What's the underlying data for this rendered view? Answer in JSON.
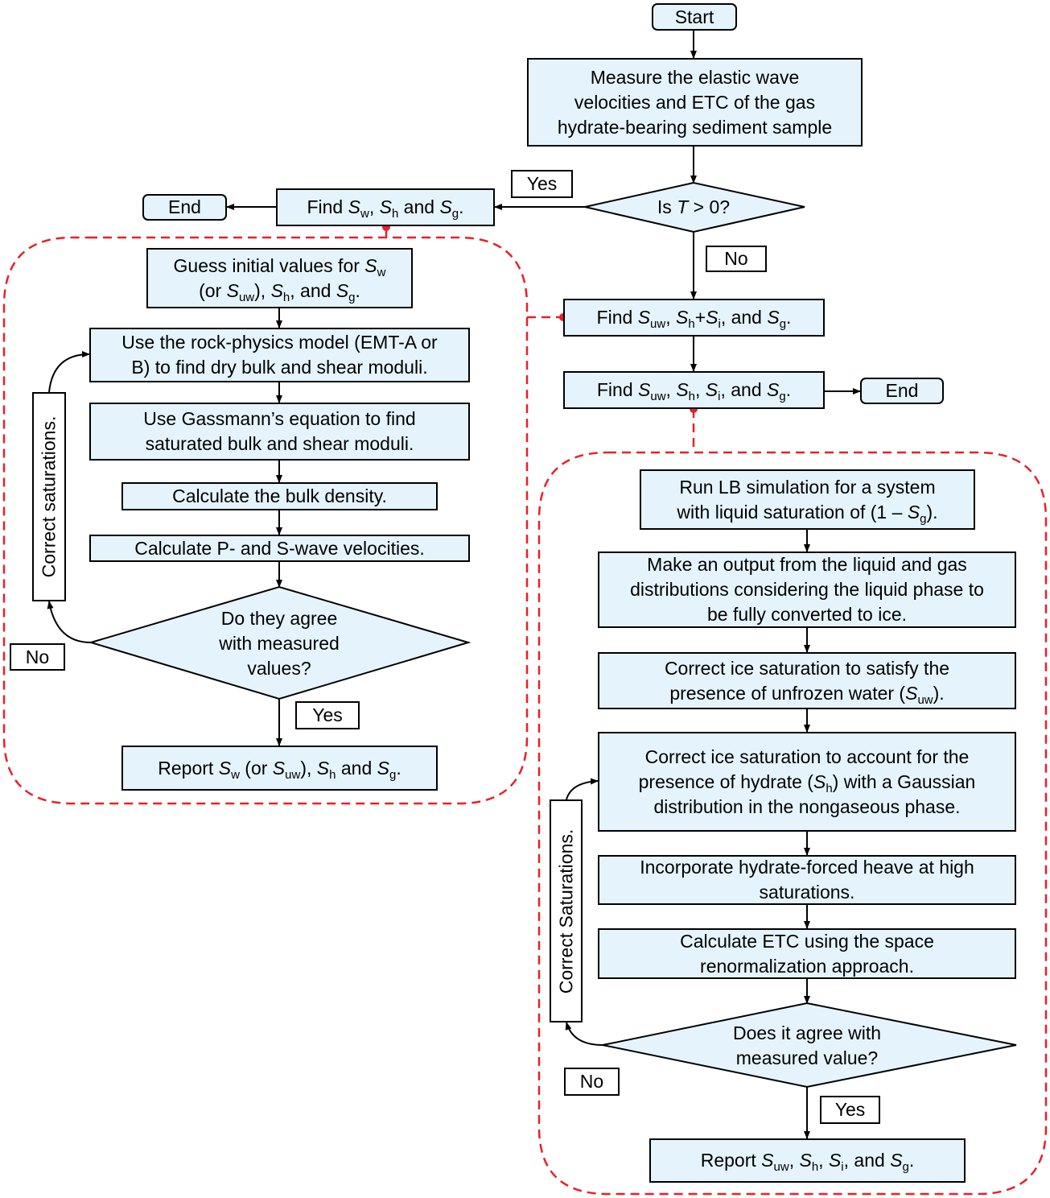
{
  "start": "Start",
  "measure": [
    "Measure the elastic wave",
    "velocities and ETC of the gas",
    "hydrate-bearing sediment sample"
  ],
  "decision_T": {
    "text": "Is ",
    "var": "T",
    "rest": " > 0?"
  },
  "yes": "Yes",
  "no": "No",
  "end": "End",
  "S": "S",
  "find_left": {
    "prefix": "Find ",
    "sub_w": "w",
    "sub_h": "h",
    "sub_g": "g",
    "sep": ", ",
    "and": " and ",
    "end": "."
  },
  "find_suw": {
    "prefix": "Find ",
    "sub_uw": "uw",
    "sub_h": "h",
    "sub_i": "i",
    "sub_g": "g",
    "plus": "+",
    "sep": ", ",
    "and": ", and ",
    "end": "."
  },
  "left_loop": {
    "guess": {
      "line1": "Guess initial values for ",
      "sub_w": "w",
      "open": "(or ",
      "sub_uw": "uw",
      "close": "), ",
      "sub_h": "h",
      "and": ", and ",
      "sub_g": "g",
      "end": "."
    },
    "rock": [
      "Use the rock-physics model (EMT-A or",
      "B) to find dry bulk and shear moduli."
    ],
    "gassmann": [
      "Use Gassmann’s equation to find",
      "saturated bulk and shear moduli."
    ],
    "density": "Calculate the bulk density.",
    "velocities": "Calculate P- and S-wave velocities.",
    "decision": [
      "Do they agree",
      "with measured",
      "values?"
    ],
    "correct": "Correct saturations.",
    "report": {
      "prefix": "Report ",
      "sub_w": "w",
      "mid": " (or ",
      "sub_uw": "uw",
      "close": "), ",
      "sub_h": "h",
      "and": " and ",
      "sub_g": "g",
      "end": "."
    }
  },
  "right_loop": {
    "lb": {
      "line1": "Run LB simulation for a system",
      "line2": "with liquid saturation of (1 – ",
      "sub_g": "g",
      "end": ")."
    },
    "output": [
      "Make an output from the liquid and gas",
      "distributions considering the liquid phase to",
      "be fully converted to ice."
    ],
    "ice1": {
      "line1": "Correct ice saturation to satisfy the",
      "line2": "presence of unfrozen water (",
      "sub_uw": "uw",
      "end": ")."
    },
    "ice2": {
      "line1": "Correct ice saturation to account for the",
      "line2a": "presence of hydrate (",
      "sub_h": "h",
      "line2b": ") with a Gaussian",
      "line3": "distribution in the nongaseous phase."
    },
    "heave": [
      "Incorporate hydrate-forced heave at high",
      "saturations."
    ],
    "etc": [
      "Calculate ETC using the space",
      "renormalization approach."
    ],
    "decision": [
      "Does it agree with",
      "measured value?"
    ],
    "correct": "Correct Saturations.",
    "report": {
      "prefix": "Report ",
      "sub_uw": "uw",
      "sub_h": "h",
      "sub_i": "i",
      "sub_g": "g",
      "sep": ", ",
      "and": ", and ",
      "end": "."
    }
  },
  "colors": {
    "box_fill": "#e5f4fc",
    "dashed": "#e8202a",
    "line": "#000000"
  }
}
